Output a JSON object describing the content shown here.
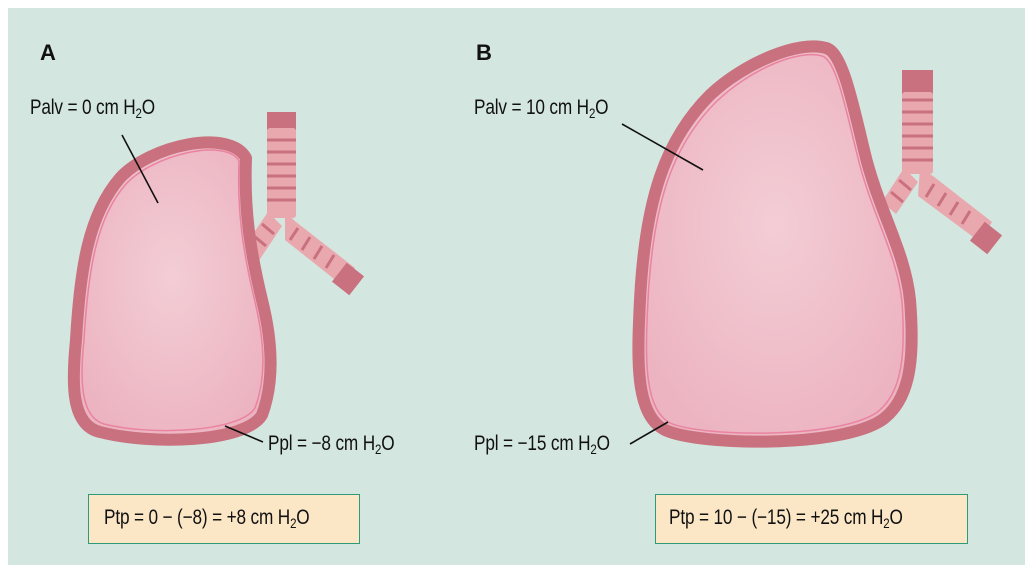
{
  "panels": [
    {
      "letter": "A",
      "palv": {
        "text": "Palv = 0 cm H",
        "sub": "2",
        "tail": "O"
      },
      "ppl": {
        "text": "Ppl = −8 cm H",
        "sub": "2",
        "tail": "O"
      },
      "ptp": {
        "text": "Ptp = 0 − (−8) = +8 cm H",
        "sub": "2",
        "tail": "O"
      }
    },
    {
      "letter": "B",
      "palv": {
        "text": "Palv = 10 cm H",
        "sub": "2",
        "tail": "O"
      },
      "ppl": {
        "text": "Ppl = −15 cm H",
        "sub": "2",
        "tail": "O"
      },
      "ptp": {
        "text": "Ptp = 10 − (−15) = +25 cm H",
        "sub": "2",
        "tail": "O"
      }
    }
  ],
  "colors": {
    "background": "#d4e6e0",
    "lung_fill": "#efbfca",
    "lung_wall": "#c9717e",
    "airway": "#e9a8ae",
    "formula_box_fill": "#fbe7c6",
    "formula_box_border": "#2e9a78"
  }
}
